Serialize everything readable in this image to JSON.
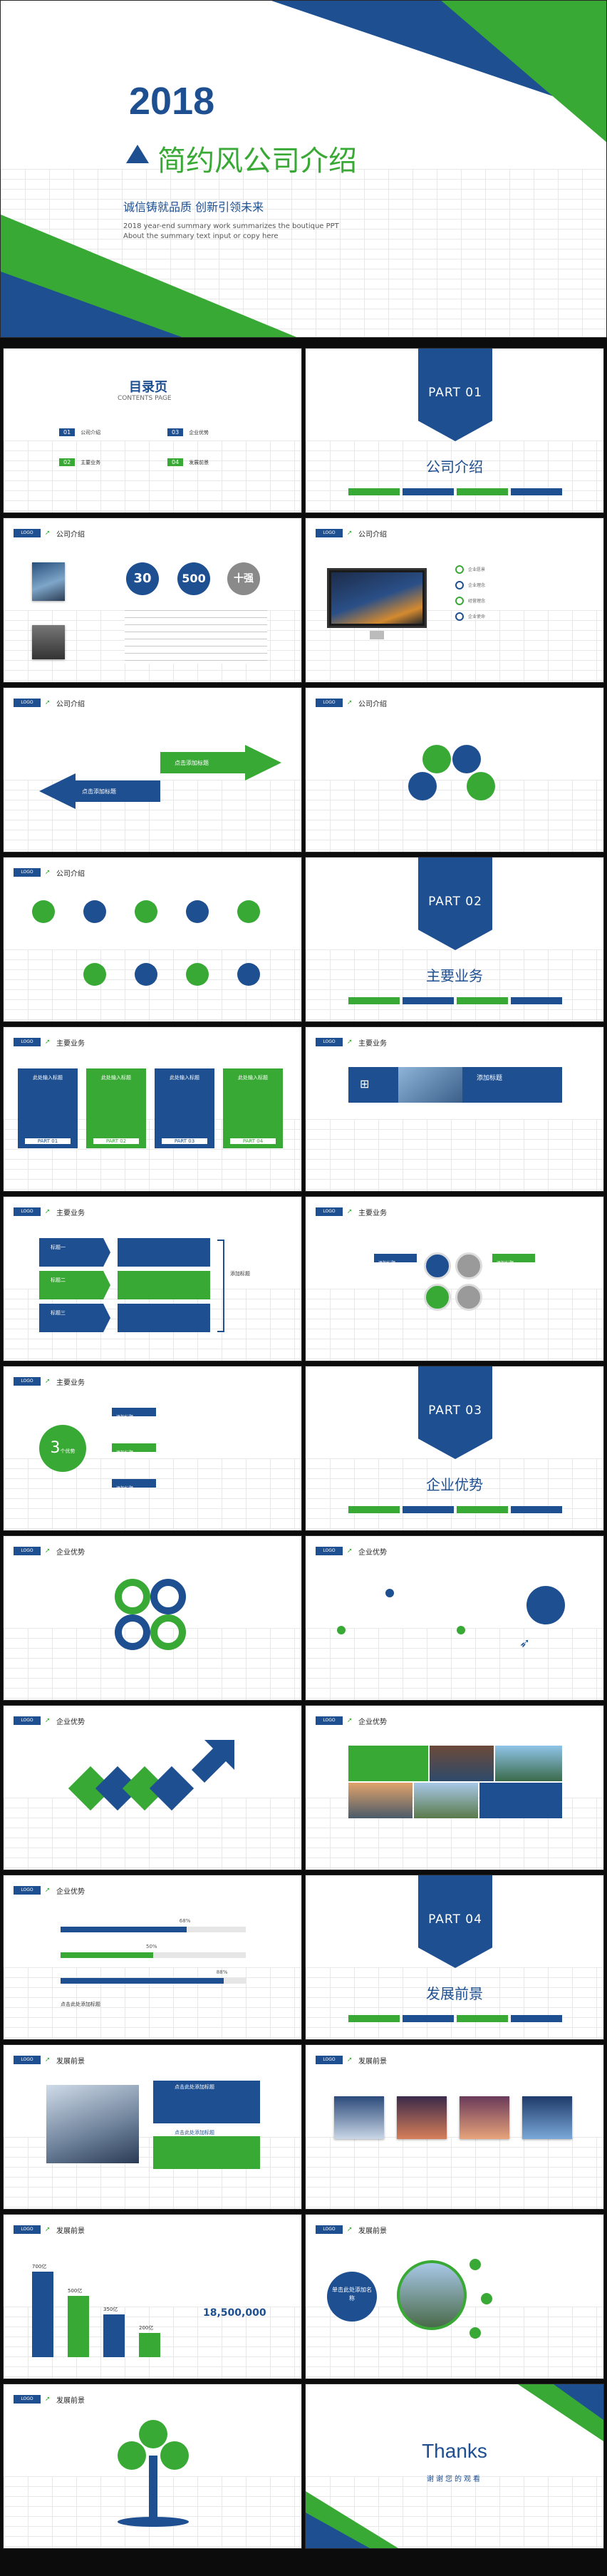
{
  "cover": {
    "year": "2018",
    "title": "简约风公司介绍",
    "slogan": "诚信铸就品质 创新引领未来",
    "subtext1": "2018 year-end summary work summarizes the boutique PPT",
    "subtext2": "About the summary text input or copy here"
  },
  "toc": {
    "title": "目录页",
    "subtitle": "CONTENTS  PAGE",
    "items": [
      {
        "num": "01",
        "label": "公司介绍"
      },
      {
        "num": "03",
        "label": "企业优势"
      },
      {
        "num": "02",
        "label": "主要业务"
      },
      {
        "num": "04",
        "label": "发展前景"
      }
    ]
  },
  "parts": [
    {
      "num": "PART  01",
      "title": "公司介绍"
    },
    {
      "num": "PART  02",
      "title": "主要业务"
    },
    {
      "num": "PART  03",
      "title": "企业优势"
    },
    {
      "num": "PART  04",
      "title": "发展前景"
    }
  ],
  "headers": {
    "intro": "公司介绍",
    "business": "主要业务",
    "advantage": "企业优势",
    "prospect": "发展前景"
  },
  "stats": {
    "a": "30",
    "b": "500",
    "c": "十强"
  },
  "list4": [
    "企业愿景",
    "企业理念",
    "经营理念",
    "企业使命"
  ],
  "arrows": {
    "green": "点击添加标题",
    "blue": "点击添加标题"
  },
  "cards": [
    "此处输入标题",
    "此处输入标题",
    "此处输入标题",
    "此处输入标题"
  ],
  "part_labels": [
    "PART  01",
    "PART  02",
    "PART  03",
    "PART  04"
  ],
  "win_title": "添加标题",
  "rows3": [
    "标题一",
    "标题二",
    "标题三"
  ],
  "three": {
    "num": "3",
    "label": "个优势"
  },
  "add_title": "添加标题",
  "click_title": "点击此处添加标题",
  "progress": [
    {
      "label": "68%",
      "value": 0.68
    },
    {
      "label": "50%",
      "value": 0.5
    },
    {
      "label": "88%",
      "value": 0.88
    }
  ],
  "bars": {
    "labels": [
      "700亿",
      "500亿",
      "350亿",
      "200亿"
    ],
    "values": [
      700,
      500,
      350,
      200
    ],
    "big": "18,500,000"
  },
  "final": {
    "bubble": "单击此处添加名称",
    "thanks": "Thanks",
    "sub": "谢谢您的观看"
  },
  "colors": {
    "blue": "#1d4f91",
    "green": "#39a935"
  }
}
